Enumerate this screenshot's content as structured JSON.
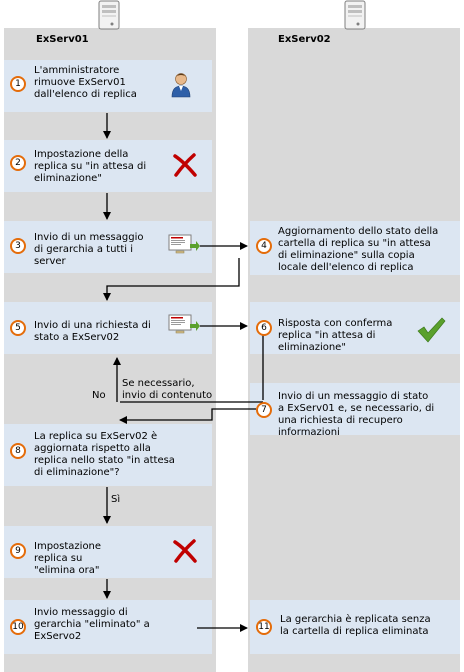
{
  "servers": {
    "left": "ExServ01",
    "right": "ExServ02"
  },
  "steps": [
    {
      "num": "1",
      "text": "L'amministratore\nrimuove ExServ01\ndall'elenco di replica",
      "icon": "user-icon"
    },
    {
      "num": "2",
      "text": "Impostazione della\nreplica su \"in attesa di\neliminazione\"",
      "icon": "red-x-icon"
    },
    {
      "num": "3",
      "text": "Invio di un messaggio\ndi gerarchia a tutti i\nserver",
      "icon": "email-icon"
    },
    {
      "num": "4",
      "text": "Aggiornamento dello stato della\ncartella di replica su \"in attesa\ndi eliminazione\" sulla copia\nlocale dell'elenco di replica"
    },
    {
      "num": "5",
      "text": "Invio di una richiesta di\nstato a ExServ02",
      "icon": "email-icon"
    },
    {
      "num": "6",
      "text": "Risposta con conferma\nreplica \"in attesa di\neliminazione\"",
      "icon": "green-check-icon"
    },
    {
      "num": "7",
      "text": "Invio di un messaggio di stato\na ExServ01 e, se necessario, di\nuna richiesta di recupero\ninformazioni"
    },
    {
      "num": "8",
      "text": "La replica su ExServ02 è\naggiornata rispetto alla\nreplica nello stato \"in attesa\ndi eliminazione\"?"
    },
    {
      "num": "9",
      "text": "Impostazione\nreplica su\n\"elimina ora\"",
      "icon": "red-x-icon"
    },
    {
      "num": "10",
      "text": "Invio messaggio di\ngerarchia \"eliminato\" a\nExServo2"
    },
    {
      "num": "11",
      "text": "La gerarchia è replicata senza\nla cartella di replica eliminata"
    }
  ],
  "labels": {
    "no": "No",
    "yes": "Sì",
    "content": "Se necessario,\ninvio di contenuto"
  },
  "colors": {
    "column": "#d9d9d9",
    "box": "#dce6f2",
    "number_ring": "#e46c0a",
    "red_x": "#c00000",
    "green_check": "#5aa02c"
  }
}
